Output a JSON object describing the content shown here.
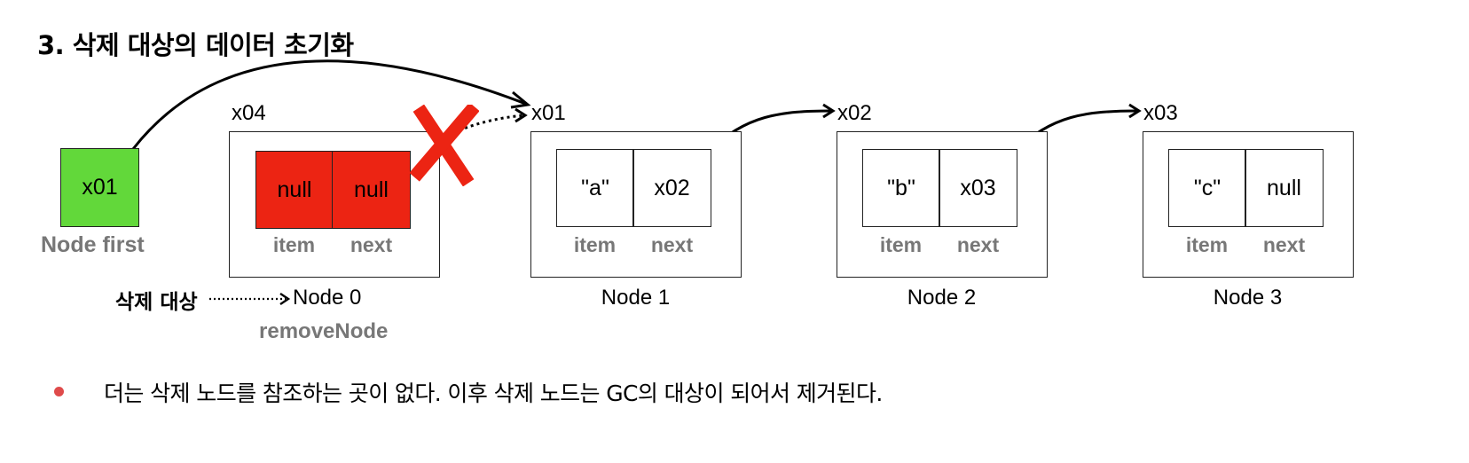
{
  "title": "3. 삭제 대상의 데이터 초기화",
  "first": {
    "value": "x01",
    "label": "Node first",
    "color": "#62d83a"
  },
  "nodes": [
    {
      "address": "x04",
      "item": "null",
      "next": "null",
      "name": "Node 0",
      "alias": "removeNode",
      "removed": true,
      "fill": "#ec2413"
    },
    {
      "address": "x01",
      "item": "\"a\"",
      "next": "x02",
      "name": "Node 1"
    },
    {
      "address": "x02",
      "item": "\"b\"",
      "next": "x03",
      "name": "Node 2"
    },
    {
      "address": "x03",
      "item": "\"c\"",
      "next": "null",
      "name": "Node 3"
    }
  ],
  "field_labels": {
    "item": "item",
    "next": "next"
  },
  "remove_target_label": "삭제 대상",
  "cross_mark_color": "#ec2413",
  "note": {
    "bullet_color": "#df4b4b",
    "text": "더는 삭제 노드를 참조하는 곳이 없다. 이후 삭제 노드는 GC의 대상이 되어서 제거된다."
  }
}
